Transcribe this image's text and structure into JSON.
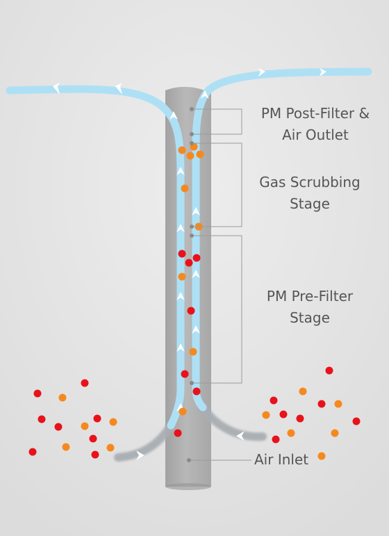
{
  "labels": {
    "post_filter": "PM Post-Filter &\nAir Outlet",
    "gas_scrubbing": "Gas Scrubbing\nStage",
    "pre_filter": "PM Pre-Filter\nStage",
    "air_inlet": "Air Inlet"
  },
  "colors": {
    "background": "#e6e6e6",
    "air_flow": "#aee0f5",
    "inlet_flow": "#a9aeb3",
    "tower": "#a8a8a8",
    "particle_red": "#e8121b",
    "particle_orange": "#f5891f",
    "bracket": "#9a9a9a"
  }
}
